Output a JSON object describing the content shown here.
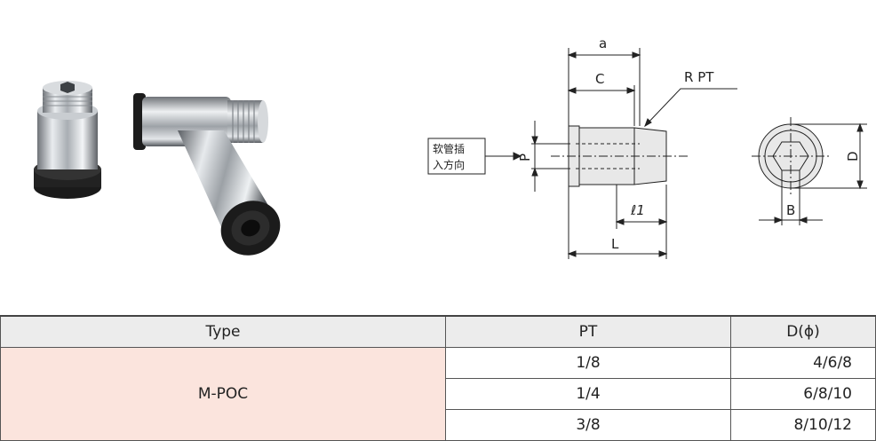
{
  "drawing": {
    "label_a": "a",
    "label_c": "C",
    "label_rpt": "R PT",
    "label_p": "P",
    "label_l1": "ℓ1",
    "label_l": "L",
    "label_d": "D",
    "label_b": "B",
    "hose_insert_line1": "软管插",
    "hose_insert_line2": "入方向"
  },
  "table": {
    "headers": [
      "Type",
      "PT",
      "D(ϕ)"
    ],
    "type_value": "M-POC",
    "rows": [
      {
        "pt": "1/8",
        "d": "4/6/8"
      },
      {
        "pt": "1/4",
        "d": "6/8/10"
      },
      {
        "pt": "3/8",
        "d": "8/10/12"
      }
    ]
  },
  "colors": {
    "type_cell_bg": "#fbe4dd",
    "header_bg": "#ececec"
  }
}
